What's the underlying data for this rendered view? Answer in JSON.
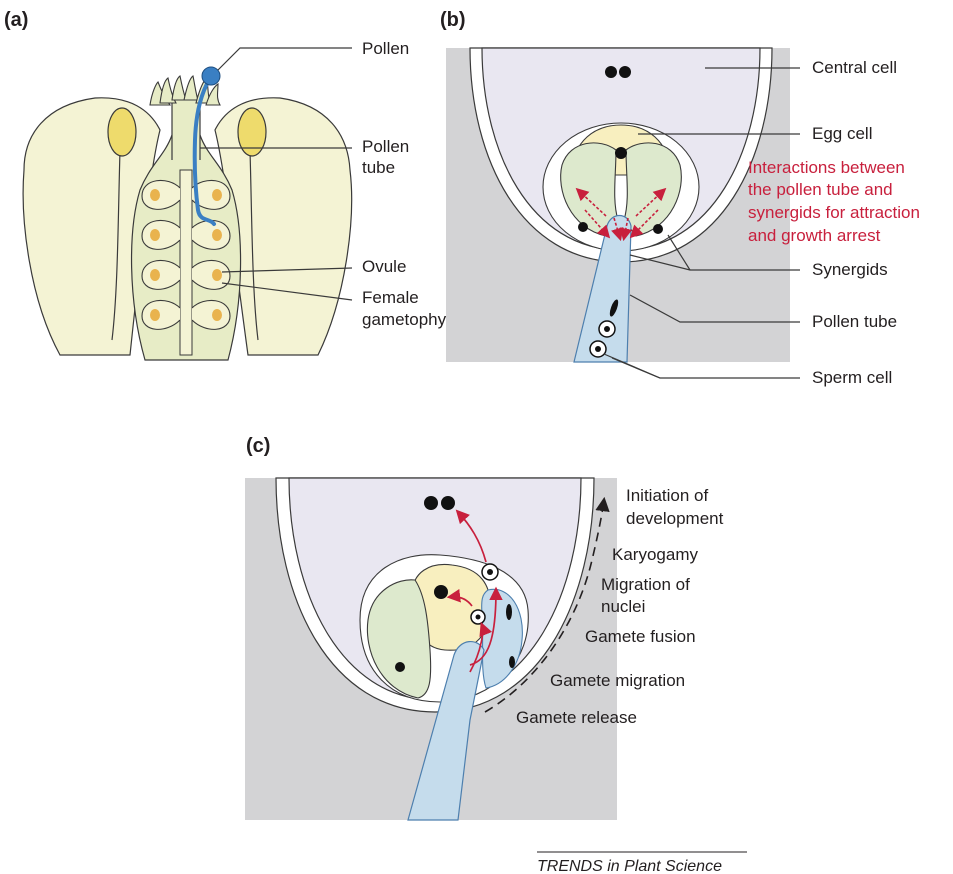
{
  "panels": {
    "a": {
      "letter": "(a)",
      "labels": {
        "pollen": "Pollen",
        "pollen_tube_1": "Pollen",
        "pollen_tube_2": "tube",
        "ovule": "Ovule",
        "female_gametophyte_1": "Female",
        "female_gametophyte_2": "gametophyte"
      }
    },
    "b": {
      "letter": "(b)",
      "labels": {
        "central_cell": "Central cell",
        "egg_cell": "Egg cell",
        "synergids": "Synergids",
        "pollen_tube": "Pollen tube",
        "sperm_cell": "Sperm cell"
      },
      "interaction_note": [
        "Interactions between",
        "the pollen tube and",
        "synergids for attraction",
        "and growth arrest"
      ]
    },
    "c": {
      "letter": "(c)",
      "steps": [
        "Initiation of",
        "development",
        "Karyogamy",
        "Migration of",
        "nuclei",
        "Gamete fusion",
        "Gamete migration",
        "Gamete release"
      ]
    }
  },
  "credit": "TRENDS in Plant Science",
  "colors": {
    "background_gray": "#d3d3d5",
    "central_cell": "#e9e7f1",
    "egg_cell": "#f8efbf",
    "synergid": "#dde9cd",
    "pollen_tube": "#c5dcec",
    "pollen_tube_stroke": "#4d7fae",
    "flower_fill": "#f4f3d4",
    "flower_inner": "#e7ecc6",
    "anther": "#eedb6c",
    "ovule_dot": "#e9b34e",
    "pollen_path": "#3a7fc3",
    "red_arrow": "#c8203d",
    "outline": "#3a3a3a"
  },
  "icons": [
    "pollen-grain-icon",
    "nucleus-icon",
    "sperm-cell-icon",
    "arrow-icon"
  ]
}
